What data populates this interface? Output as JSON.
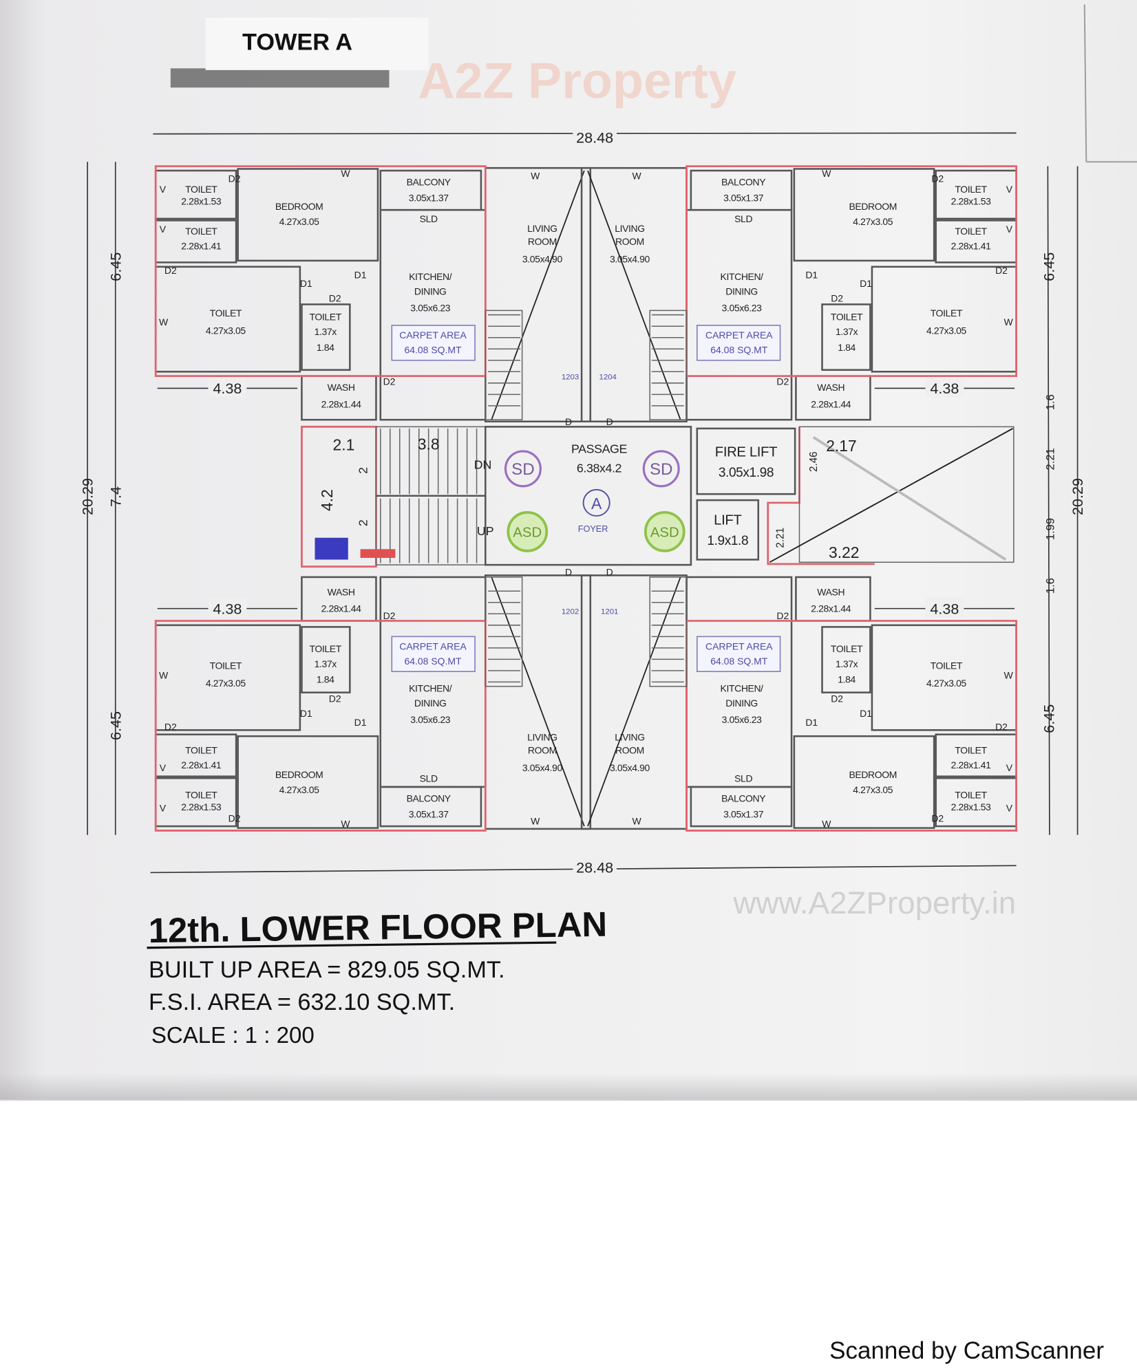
{
  "header": {
    "tower": "TOWER A",
    "watermark": "A2Z Property",
    "watermark_url": "www.A2ZProperty.in"
  },
  "unit": {
    "toilet_a": [
      "TOILET",
      "2.28x1.53"
    ],
    "toilet_b": [
      "TOILET",
      "2.28x1.41"
    ],
    "bedroom": [
      "BEDROOM",
      "4.27x3.05"
    ],
    "balcony": [
      "BALCONY",
      "3.05x1.37"
    ],
    "sld": "SLD",
    "living": [
      "LIVING",
      "ROOM",
      "3.05x4.90"
    ],
    "kitchen": [
      "KITCHEN/",
      "DINING",
      "3.05x6.23"
    ],
    "toilet_c": [
      "TOILET",
      "4.27x3.05"
    ],
    "toilet_d": [
      "TOILET",
      "1.37x",
      "1.84"
    ],
    "wash": [
      "WASH",
      "2.28x1.44"
    ],
    "carpet": [
      "CARPET AREA",
      "64.08 SQ.MT"
    ],
    "doors": [
      "D2",
      "W",
      "D2",
      "D1",
      "D1",
      "D2",
      "D2",
      "V",
      "V",
      "W",
      "W"
    ]
  },
  "core": {
    "passage": [
      "PASSAGE",
      "6.38x4.2"
    ],
    "fire_lift": [
      "FIRE LIFT",
      "3.05x1.98"
    ],
    "lift": [
      "LIFT",
      "1.9x1.8"
    ],
    "sd": "SD",
    "asd": "ASD",
    "foyer_mark": "A",
    "foyer": "FOYER",
    "dn": "DN",
    "up": "UP",
    "door": "D",
    "lift_numbers": [
      "1203",
      "1204",
      "1202",
      "1201"
    ],
    "accent_sd": "#9a6fc0",
    "accent_asd": "#8fc24a",
    "accent_carpet": "#4b4ba8"
  },
  "dimensions": {
    "overall_width": "28.48",
    "overall_depth": "20.29",
    "wing_depth": "6.45",
    "core_depth": "7.4",
    "setback": "4.38",
    "core": [
      "2.1",
      "3.8",
      "4.2",
      "2",
      "2",
      "2.17",
      "3.22",
      "2.46",
      "2.21"
    ],
    "right_chain": [
      "1.6",
      "2.21",
      "1.99",
      "1.6"
    ]
  },
  "title": {
    "heading": "12th. LOWER FLOOR PLAN",
    "built_up": "BUILT UP AREA = 829.05 SQ.MT.",
    "fsi": "F.S.I. AREA = 632.10 SQ.MT.",
    "scale": "SCALE : 1 : 200"
  },
  "footer": "Scanned by CamScanner"
}
